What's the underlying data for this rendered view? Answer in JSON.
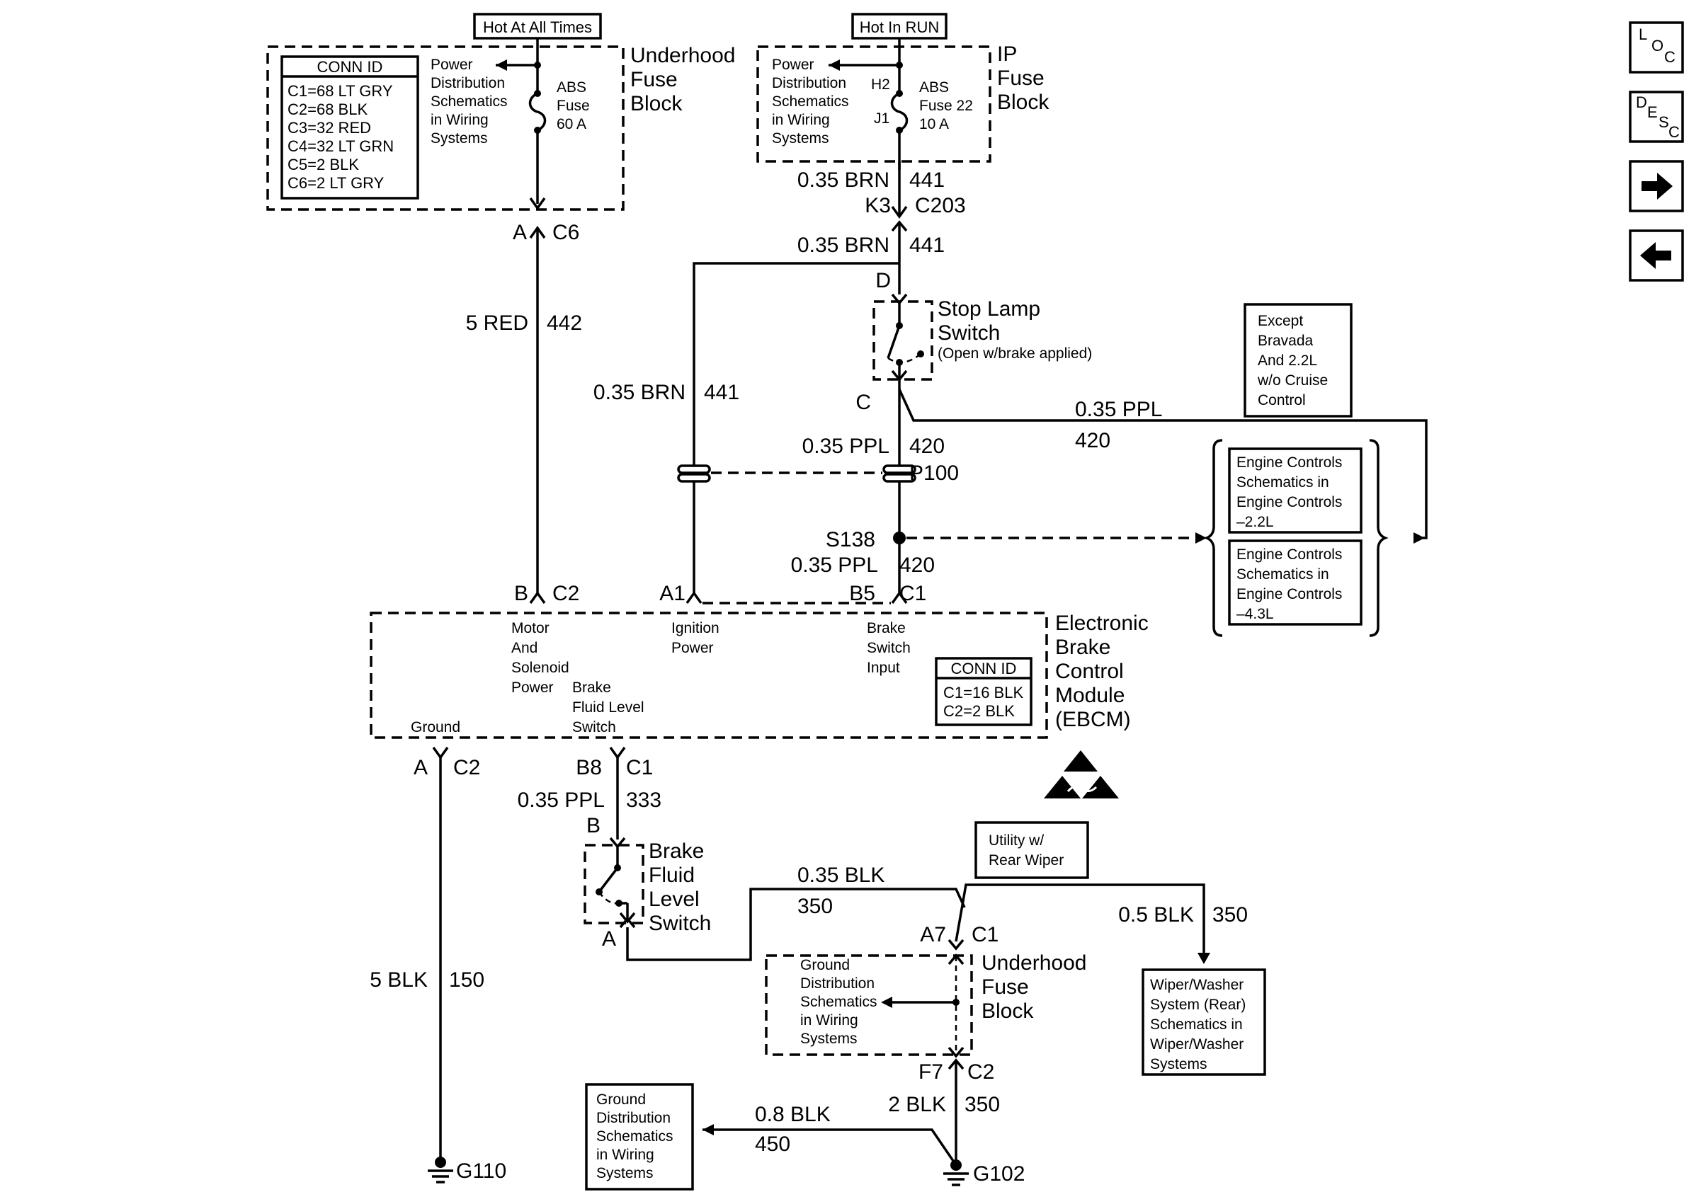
{
  "nav": {
    "loc": [
      "L",
      "O",
      "C"
    ],
    "desc": [
      "D",
      "E",
      "S",
      "C"
    ]
  },
  "top_left": {
    "hot_label": "Hot At All Times",
    "conn_title": "CONN ID",
    "conn_lines": [
      "C1=68 LT GRY",
      "C2=68 BLK",
      "C3=32 RED",
      "C4=32 LT GRN",
      "C5=2 BLK",
      "C6=2 LT GRY"
    ],
    "power_lines": [
      "Power",
      "Distribution",
      "Schematics",
      "in Wiring",
      "Systems"
    ],
    "fuse_lines": [
      "ABS",
      "Fuse",
      "60 A"
    ],
    "block_lines": [
      "Underhood",
      "Fuse",
      "Block"
    ],
    "pin": "A",
    "conn": "C6",
    "wire_size": "5 RED",
    "wire_circuit": "442"
  },
  "top_right": {
    "hot_label": "Hot In RUN",
    "power_lines": [
      "Power",
      "Distribution",
      "Schematics",
      "in Wiring",
      "Systems"
    ],
    "pin_h2": "H2",
    "pin_j1": "J1",
    "fuse_lines": [
      "ABS",
      "Fuse 22",
      "10 A"
    ],
    "block_lines": [
      "IP",
      "Fuse",
      "Block"
    ],
    "w1_size": "0.35 BRN",
    "w1_circuit": "441",
    "k3": "K3",
    "c203": "C203",
    "w2_size": "0.35 BRN",
    "w2_circuit": "441"
  },
  "stop_lamp": {
    "pin_d": "D",
    "name_lines": [
      "Stop Lamp",
      "Switch"
    ],
    "note": "(Open w/brake applied)",
    "pin_c": "C"
  },
  "left_branch": {
    "size": "0.35 BRN",
    "circuit": "441"
  },
  "except_box": [
    "Except",
    "Bravada",
    "And 2.2L",
    "w/o Cruise",
    "Control"
  ],
  "ppl_branch": {
    "size": "0.35 PPL",
    "circuit": "420"
  },
  "engine_boxes": [
    [
      "Engine Controls",
      "Schematics in",
      "Engine Controls",
      "–2.2L"
    ],
    [
      "Engine Controls",
      "Schematics in",
      "Engine Controls",
      "–4.3L"
    ]
  ],
  "p100": {
    "size": "0.35 PPL",
    "circuit": "420",
    "label": "P100"
  },
  "s138": {
    "label": "S138",
    "size": "0.35 PPL",
    "circuit": "420"
  },
  "ebcm": {
    "pin_b": "B",
    "c2_top": "C2",
    "pin_a1": "A1",
    "pin_b5": "B5",
    "c1_top": "C1",
    "motor_lines": [
      "Motor",
      "And",
      "Solenoid",
      "Power"
    ],
    "ignition_lines": [
      "Ignition",
      "Power"
    ],
    "brake_switch_lines": [
      "Brake",
      "Switch",
      "Input"
    ],
    "fluid_lines": [
      "Brake",
      "Fluid Level",
      "Switch"
    ],
    "ground": "Ground",
    "conn_title": "CONN ID",
    "conn_lines": [
      "C1=16 BLK",
      "C2=2 BLK"
    ],
    "name_lines": [
      "Electronic",
      "Brake",
      "Control",
      "Module",
      "(EBCM)"
    ],
    "pin_a_bottom": "A",
    "c2_bottom": "C2",
    "pin_b8": "B8",
    "c1_bottom": "C1"
  },
  "fluid_switch": {
    "w_size": "0.35 PPL",
    "w_circuit": "333",
    "pin_b": "B",
    "name_lines": [
      "Brake",
      "Fluid",
      "Level",
      "Switch"
    ],
    "pin_a": "A"
  },
  "ground_wire": {
    "size": "5 BLK",
    "circuit": "150",
    "ground": "G110"
  },
  "utility_box": [
    "Utility w/",
    "Rear Wiper"
  ],
  "blk350": {
    "size": "0.35 BLK",
    "circuit": "350"
  },
  "underhood_bottom": {
    "pin_a7": "A7",
    "c1": "C1",
    "ground_lines": [
      "Ground",
      "Distribution",
      "Schematics",
      "in Wiring",
      "Systems"
    ],
    "block_lines": [
      "Underhood",
      "Fuse",
      "Block"
    ],
    "pin_f7": "F7",
    "c2": "C2",
    "w_size": "2 BLK",
    "w_circuit": "350",
    "ground": "G102"
  },
  "wiper": {
    "size": "0.5 BLK",
    "circuit": "350",
    "box_lines": [
      "Wiper/Washer",
      "System (Rear)",
      "Schematics in",
      "Wiper/Washer",
      "Systems"
    ]
  },
  "gd_bottom": {
    "box_lines": [
      "Ground",
      "Distribution",
      "Schematics",
      "in Wiring",
      "Systems"
    ],
    "size": "0.8 BLK",
    "circuit": "450"
  }
}
